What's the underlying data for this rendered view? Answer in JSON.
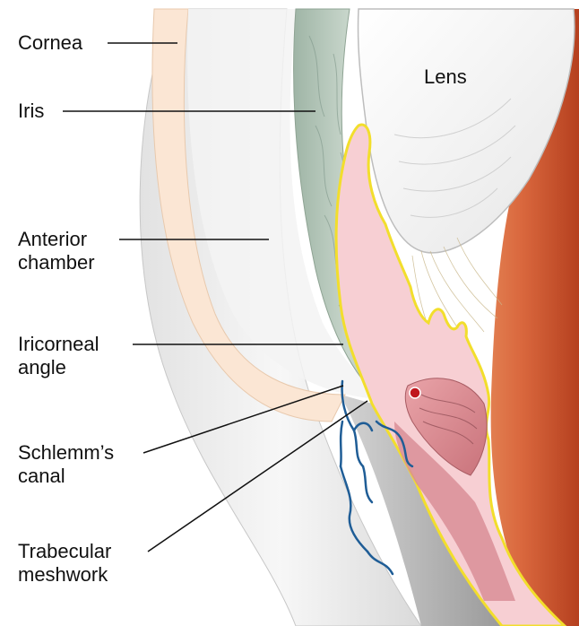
{
  "labels": {
    "cornea": "Cornea",
    "iris": "Iris",
    "lens": "Lens",
    "anterior_chamber": [
      "Anterior",
      "chamber"
    ],
    "iricorneal_angle": [
      "Iricorneal",
      "angle"
    ],
    "schlemms_canal": [
      "Schlemm’s",
      "canal"
    ],
    "trabecular_meshwork": [
      "Trabecular",
      "meshwork"
    ]
  },
  "colors": {
    "cornea": "#fbe6d4",
    "sclera": "#f1f1f1",
    "iris": "#b9c9bd",
    "lens": "#f6f6f6",
    "ciliary_body": "#f7cfd3",
    "ciliary_outline": "#f2de2c",
    "choroid": "#d9673d",
    "canal_vessels": "#1f5d96",
    "leader_lines": "#111111"
  }
}
